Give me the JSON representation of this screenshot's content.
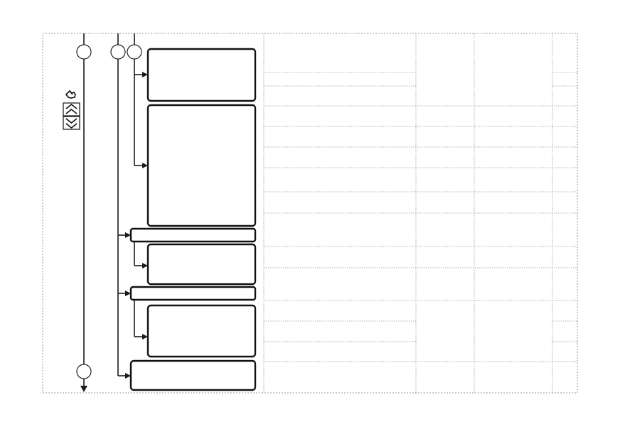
{
  "diagram": {
    "title": "",
    "nodes": [
      {
        "id": "box-1",
        "label": ""
      },
      {
        "id": "box-2",
        "label": ""
      },
      {
        "id": "bar-1",
        "label": ""
      },
      {
        "id": "box-3",
        "label": ""
      },
      {
        "id": "bar-2",
        "label": ""
      },
      {
        "id": "box-4",
        "label": ""
      },
      {
        "id": "box-5",
        "label": ""
      }
    ],
    "connectors": [
      "main-lifeline-top",
      "main-lifeline-bottom",
      "branch-a-top",
      "branch-b-top"
    ],
    "controls": {
      "icons": [
        "hand-pointer-icon",
        "expand-up-icon",
        "collapse-down-icon"
      ]
    }
  }
}
